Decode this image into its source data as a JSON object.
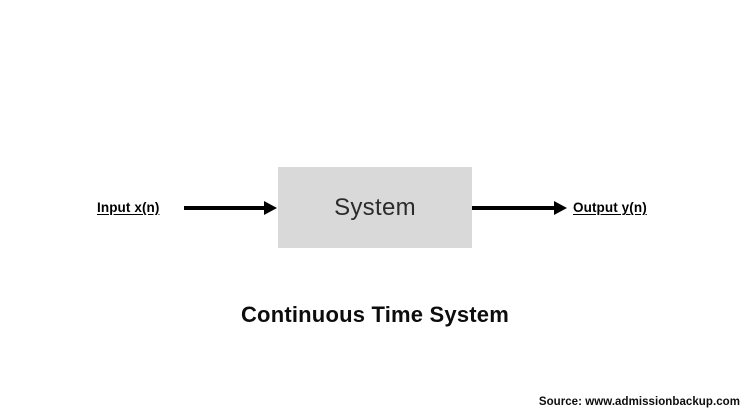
{
  "diagram": {
    "title": "Continuous Time System",
    "background_color": "#ffffff",
    "input": {
      "label": "Input x(n)",
      "arrow_icon": "arrow-right-icon"
    },
    "block": {
      "label": "System",
      "fill_color": "#d9d9d9",
      "text_color": "#2b2b2b"
    },
    "output": {
      "label": "Output y(n)",
      "arrow_icon": "arrow-right-icon"
    }
  },
  "footer": {
    "source": "Source: www.admissionbackup.com"
  }
}
